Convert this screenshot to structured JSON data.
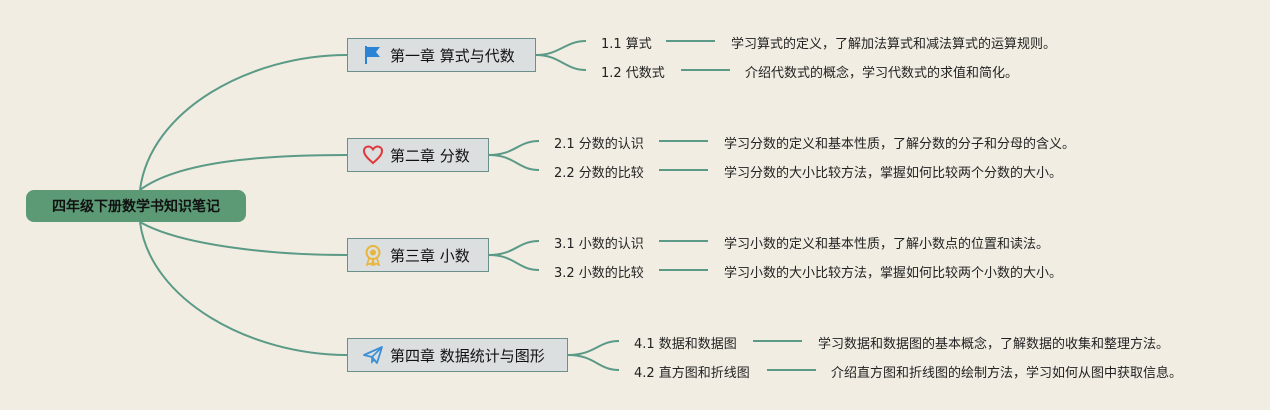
{
  "root": {
    "label": "四年级下册数学书知识笔记"
  },
  "chapters": [
    {
      "label": "第一章 算式与代数",
      "icon": "flag-icon",
      "icon_color": "#2b83d6",
      "sections": [
        {
          "title": "1.1 算式",
          "desc": "学习算式的定义，了解加法算式和减法算式的运算规则。"
        },
        {
          "title": "1.2 代数式",
          "desc": "介绍代数式的概念，学习代数式的求值和简化。"
        }
      ]
    },
    {
      "label": "第二章 分数",
      "icon": "heart-icon",
      "icon_color": "#e0393c",
      "sections": [
        {
          "title": "2.1 分数的认识",
          "desc": "学习分数的定义和基本性质，了解分数的分子和分母的含义。"
        },
        {
          "title": "2.2 分数的比较",
          "desc": "学习分数的大小比较方法，掌握如何比较两个分数的大小。"
        }
      ]
    },
    {
      "label": "第三章 小数",
      "icon": "medal-icon",
      "icon_color": "#e8b53b",
      "sections": [
        {
          "title": "3.1 小数的认识",
          "desc": "学习小数的定义和基本性质，了解小数点的位置和读法。"
        },
        {
          "title": "3.2 小数的比较",
          "desc": "学习小数的大小比较方法，掌握如何比较两个小数的大小。"
        }
      ]
    },
    {
      "label": "第四章 数据统计与图形",
      "icon": "paper-plane-icon",
      "icon_color": "#3a8fd6",
      "sections": [
        {
          "title": "4.1 数据和数据图",
          "desc": "学习数据和数据图的基本概念，了解数据的收集和整理方法。"
        },
        {
          "title": "4.2 直方图和折线图",
          "desc": "介绍直方图和折线图的绘制方法，学习如何从图中获取信息。"
        }
      ]
    }
  ],
  "colors": {
    "connector": "#5b9a86",
    "root_fill": "#5b9a75",
    "background": "#f1ede3"
  }
}
